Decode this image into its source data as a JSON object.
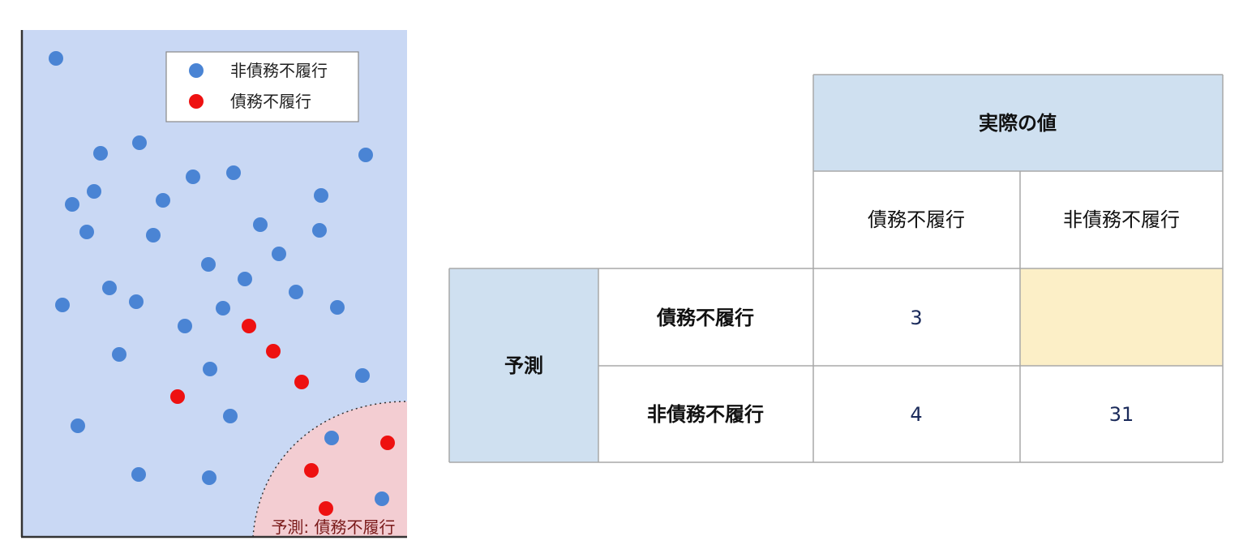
{
  "scatter": {
    "legend": {
      "non_default_label": "非債務不履行",
      "default_label": "債務不履行"
    },
    "region_label": "予測: 債務不履行",
    "colors": {
      "background": "#c9d8f4",
      "blue_point": "#4a84d4",
      "red_point": "#ee1111",
      "region_fill": "#f3cdd2",
      "region_label": "#7a1a1a"
    }
  },
  "matrix": {
    "actual_header": "実際の値",
    "prediction_header": "予測",
    "col_labels": [
      "債務不履行",
      "非債務不履行"
    ],
    "row_labels": [
      "債務不履行",
      "非債務不履行"
    ],
    "cells": [
      [
        "3",
        ""
      ],
      [
        "4",
        "31"
      ]
    ],
    "colors": {
      "header_fill": "#cfe0f0",
      "highlight_fill": "#fcefc7",
      "grid": "#a8a8a8",
      "value_text": "#1a2a5a"
    }
  }
}
